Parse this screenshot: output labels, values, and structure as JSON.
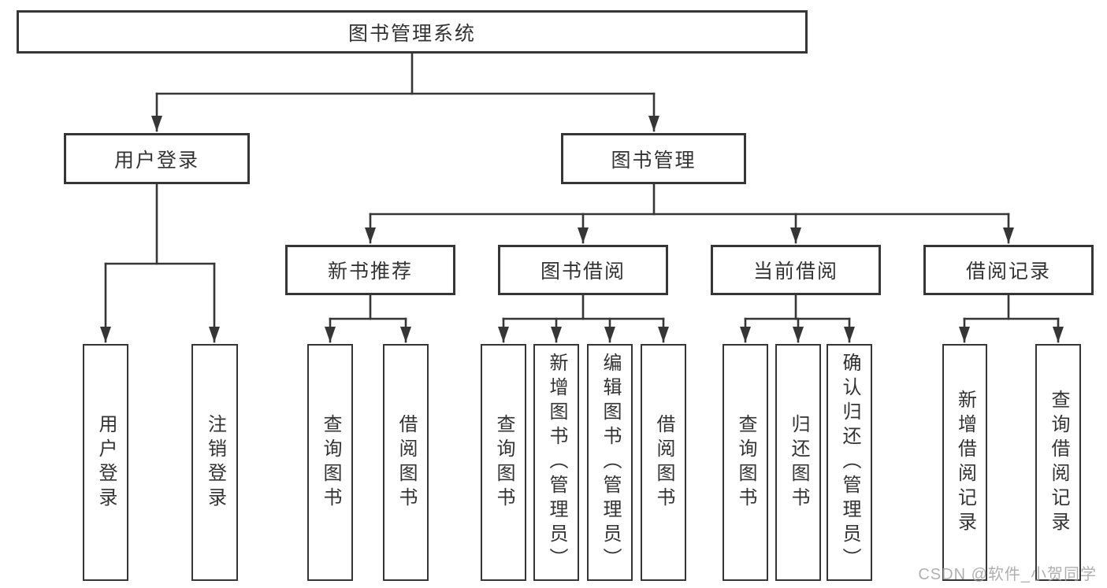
{
  "diagram": {
    "title": "图书管理系统",
    "tree": {
      "label": "图书管理系统",
      "children": [
        {
          "label": "用户登录",
          "children": [
            {
              "label": "用户登录"
            },
            {
              "label": "注销登录"
            }
          ]
        },
        {
          "label": "图书管理",
          "children": [
            {
              "label": "新书推荐",
              "children": [
                {
                  "label": "查询图书"
                },
                {
                  "label": "借阅图书"
                }
              ]
            },
            {
              "label": "图书借阅",
              "children": [
                {
                  "label": "查询图书"
                },
                {
                  "label": "新增图书（管理员）"
                },
                {
                  "label": "编辑图书（管理员）"
                },
                {
                  "label": "借阅图书"
                }
              ]
            },
            {
              "label": "当前借阅",
              "children": [
                {
                  "label": "查询图书"
                },
                {
                  "label": "归还图书"
                },
                {
                  "label": "确认归还（管理员）"
                }
              ]
            },
            {
              "label": "借阅记录",
              "children": [
                {
                  "label": "新增借阅记录"
                },
                {
                  "label": "查询借阅记录"
                }
              ]
            }
          ]
        }
      ]
    },
    "colors": {
      "line": "#363636",
      "box_border": "#363636",
      "text": "#333333",
      "background": "#ffffff",
      "watermark": "#a4a4a4"
    }
  },
  "watermark": {
    "text": "CSDN @软件_小贺同学"
  }
}
